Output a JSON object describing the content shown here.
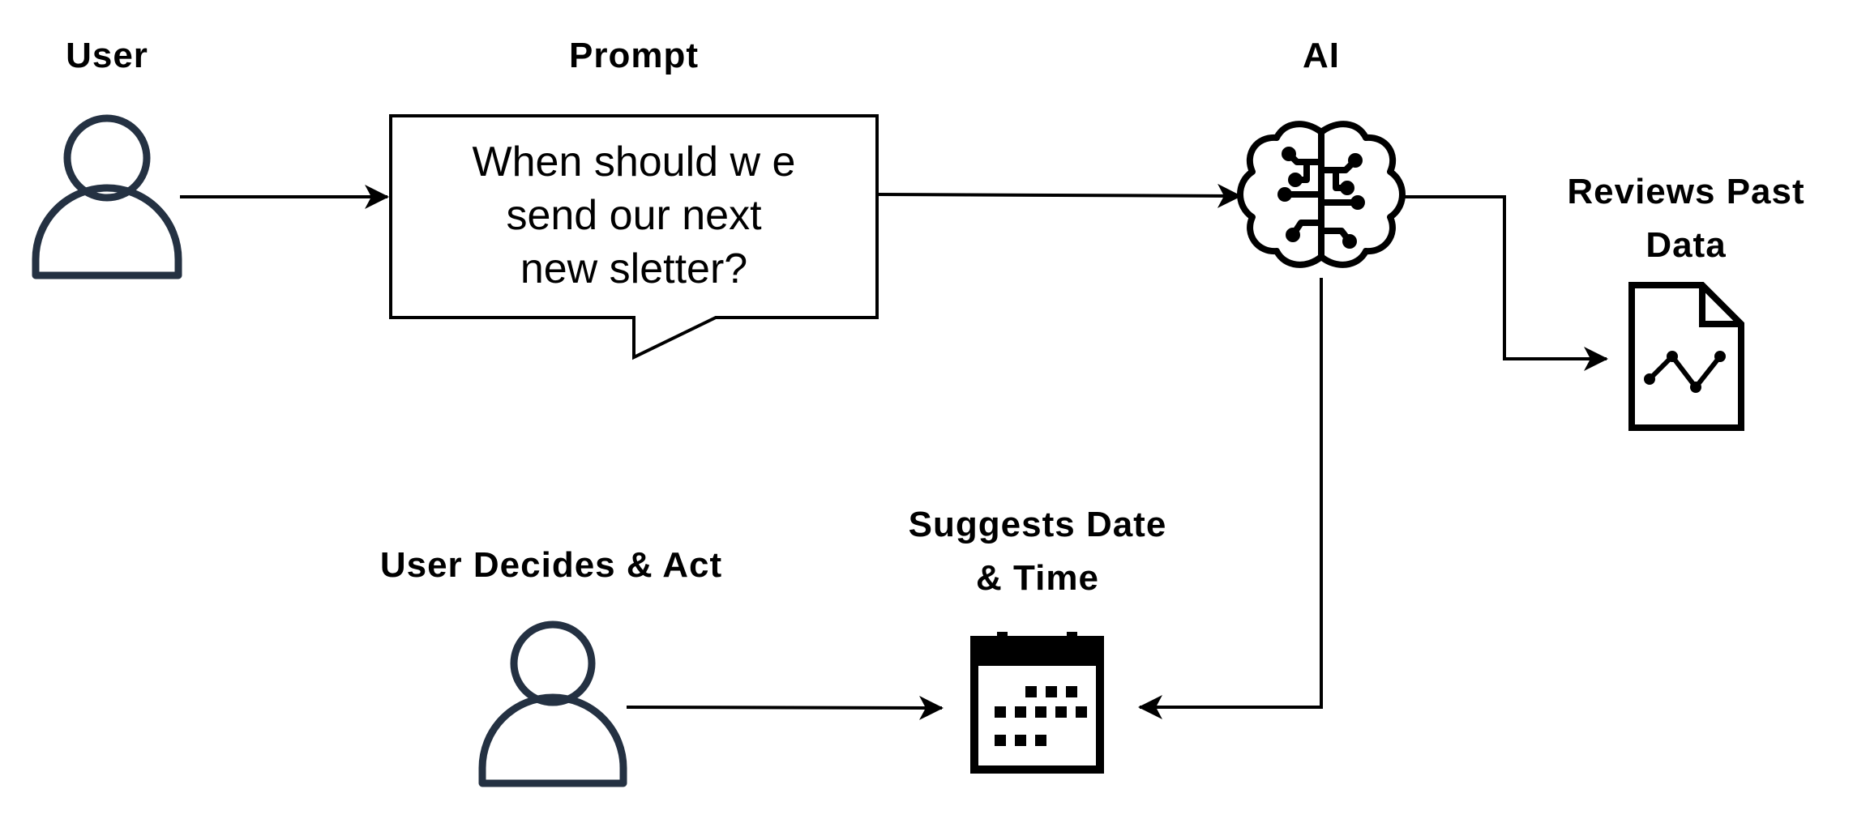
{
  "labels": {
    "user": "User",
    "prompt": "Prompt",
    "ai": "AI",
    "reviews": "Reviews Past\nData",
    "suggests": "Suggests Date\n& Time",
    "user_decides": "User Decides & Act"
  },
  "prompt_bubble": {
    "text": "When should w e\nsend our next\nnew sletter?"
  },
  "icons": {
    "user": "user-icon",
    "user_decides": "user-icon",
    "ai": "brain-circuit-icon",
    "reviews": "document-chart-icon",
    "calendar": "calendar-icon"
  },
  "colors": {
    "user_icon_stroke": "#243142",
    "line": "#000000"
  }
}
